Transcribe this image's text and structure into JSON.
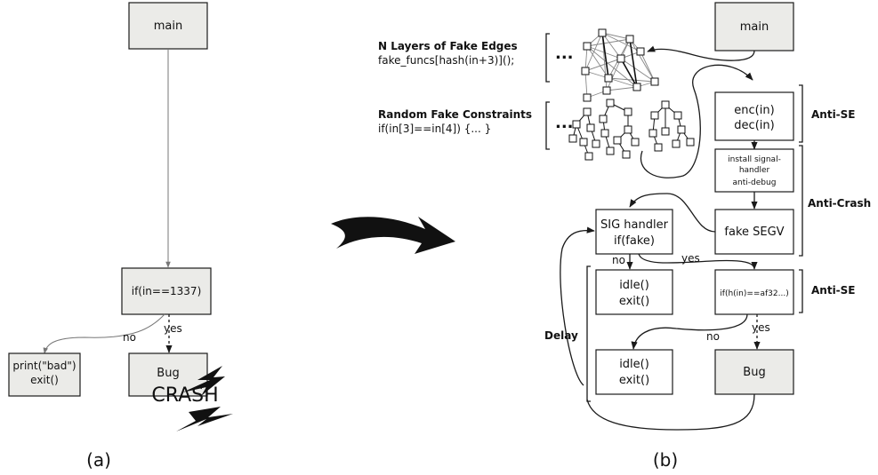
{
  "panel_a": {
    "main": "main",
    "cond": "if(in==1337)",
    "no": "no",
    "yes": "yes",
    "bad_line1": "print(\"bad\")",
    "bad_line2": "exit()",
    "bug": "Bug",
    "crash": "CRASH",
    "caption": "(a)"
  },
  "panel_b": {
    "main": "main",
    "fake_edges_title": "N Layers of Fake Edges",
    "fake_edges_code": "fake_funcs[hash(in+3)]();",
    "fake_constraints_title": "Random Fake Constraints",
    "fake_constraints_code": "if(in[3]==in[4]) {... }",
    "ellipsis": "...",
    "enc": "enc(in)",
    "dec": "dec(in)",
    "anti_se_1": "Anti-SE",
    "install_1": "install signal-",
    "install_2": "handler",
    "install_3": "anti-debug",
    "anti_crash": "Anti-Crash",
    "sig_1": "SIG handler",
    "sig_2": "if(fake)",
    "fake_segv": "fake SEGV",
    "no_1": "no",
    "yes_1": "yes",
    "idle_1": "idle()",
    "exit_1": "exit()",
    "hash_cond": "if(h(in)==af32...)",
    "anti_se_2": "Anti-SE",
    "delay": "Delay",
    "no_2": "no",
    "yes_2": "yes",
    "idle_2": "idle()",
    "exit_2": "exit()",
    "bug": "Bug",
    "caption": "(b)"
  }
}
